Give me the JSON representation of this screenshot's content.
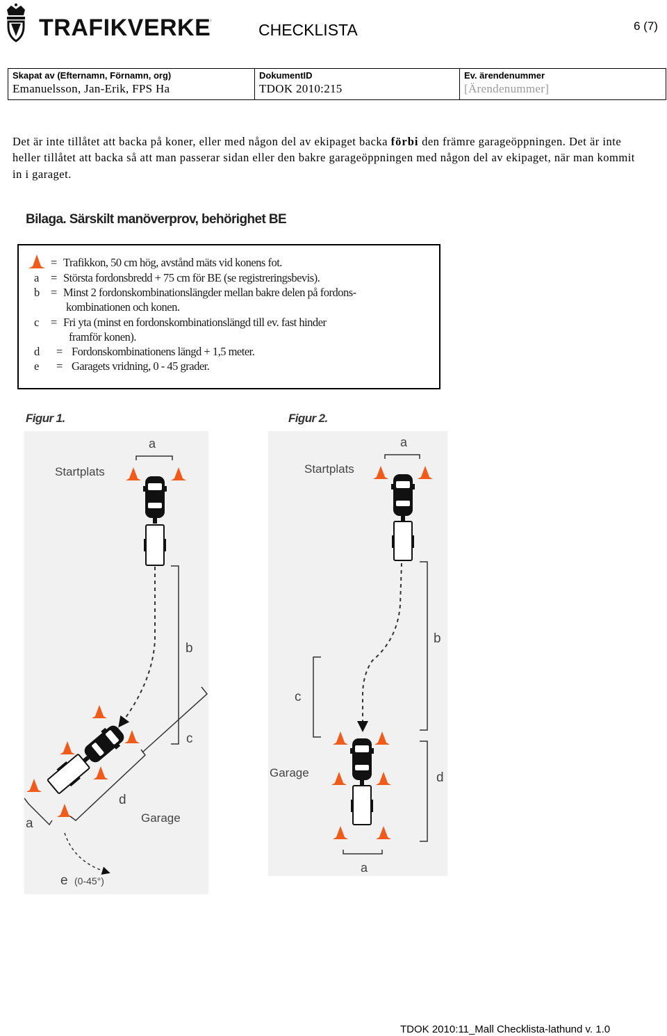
{
  "header": {
    "logo_text": "TRAFIKVERKET",
    "doc_type": "CHECKLISTA",
    "page_number": "6 (7)"
  },
  "meta": {
    "created_by_label": "Skapat av (Efternamn, Förnamn, org)",
    "created_by_value": "Emanuelsson, Jan-Erik, FPS Ha",
    "document_id_label": "DokumentID",
    "document_id_value": "TDOK 2010:215",
    "case_number_label": "Ev. ärendenummer",
    "case_number_value": "[Ärendenummer]"
  },
  "intro": {
    "part1": "Det är inte tillåtet att backa på koner, eller med någon del av ekipaget backa ",
    "bold": "förbi",
    "part2": " den främre garageöppningen. Det är inte heller tillåtet att backa så att man passerar sidan eller den bakre garageöppningen med någon del av ekipaget, när man kommit in i garaget."
  },
  "bilaga": {
    "title": "Bilaga. Särskilt manöverprov, behörighet BE",
    "legend": [
      {
        "key": "",
        "text": "Trafikkon, 50 cm hög, avstånd mäts vid konens fot."
      },
      {
        "key": "a",
        "text": "Största fordonsbredd + 75 cm för BE (se registreringsbevis)."
      },
      {
        "key": "b",
        "text": "Minst 2 fordonskombinationslängder mellan bakre delen på fordons-"
      },
      {
        "key": "",
        "text": "kombinationen och konen."
      },
      {
        "key": "c",
        "text": "Fri yta (minst en fordonskombinationslängd till ev. fast hinder"
      },
      {
        "key": "",
        "text": "framför konen)."
      },
      {
        "key": "d",
        "text": "Fordonskombinationens längd + 1,5 meter."
      },
      {
        "key": "e",
        "text": "Garagets vridning, 0 - 45 grader."
      }
    ],
    "equals": "="
  },
  "figures": {
    "fig1": {
      "label": "Figur 1.",
      "start": "Startplats",
      "garage": "Garage",
      "a_top": "a",
      "b": "b",
      "c": "c",
      "d": "d",
      "a_bottom": "a",
      "e": "e",
      "e_range": "(0-45°)"
    },
    "fig2": {
      "label": "Figur 2.",
      "start": "Startplats",
      "garage": "Garage",
      "a_top": "a",
      "b": "b",
      "c": "c",
      "d": "d",
      "a_bottom": "a"
    },
    "colors": {
      "cone": "#f05a1a",
      "car": "#111111",
      "line": "#333333"
    }
  },
  "footer": {
    "text": "TDOK 2010:11_Mall Checklista-lathund  v. 1.0"
  }
}
